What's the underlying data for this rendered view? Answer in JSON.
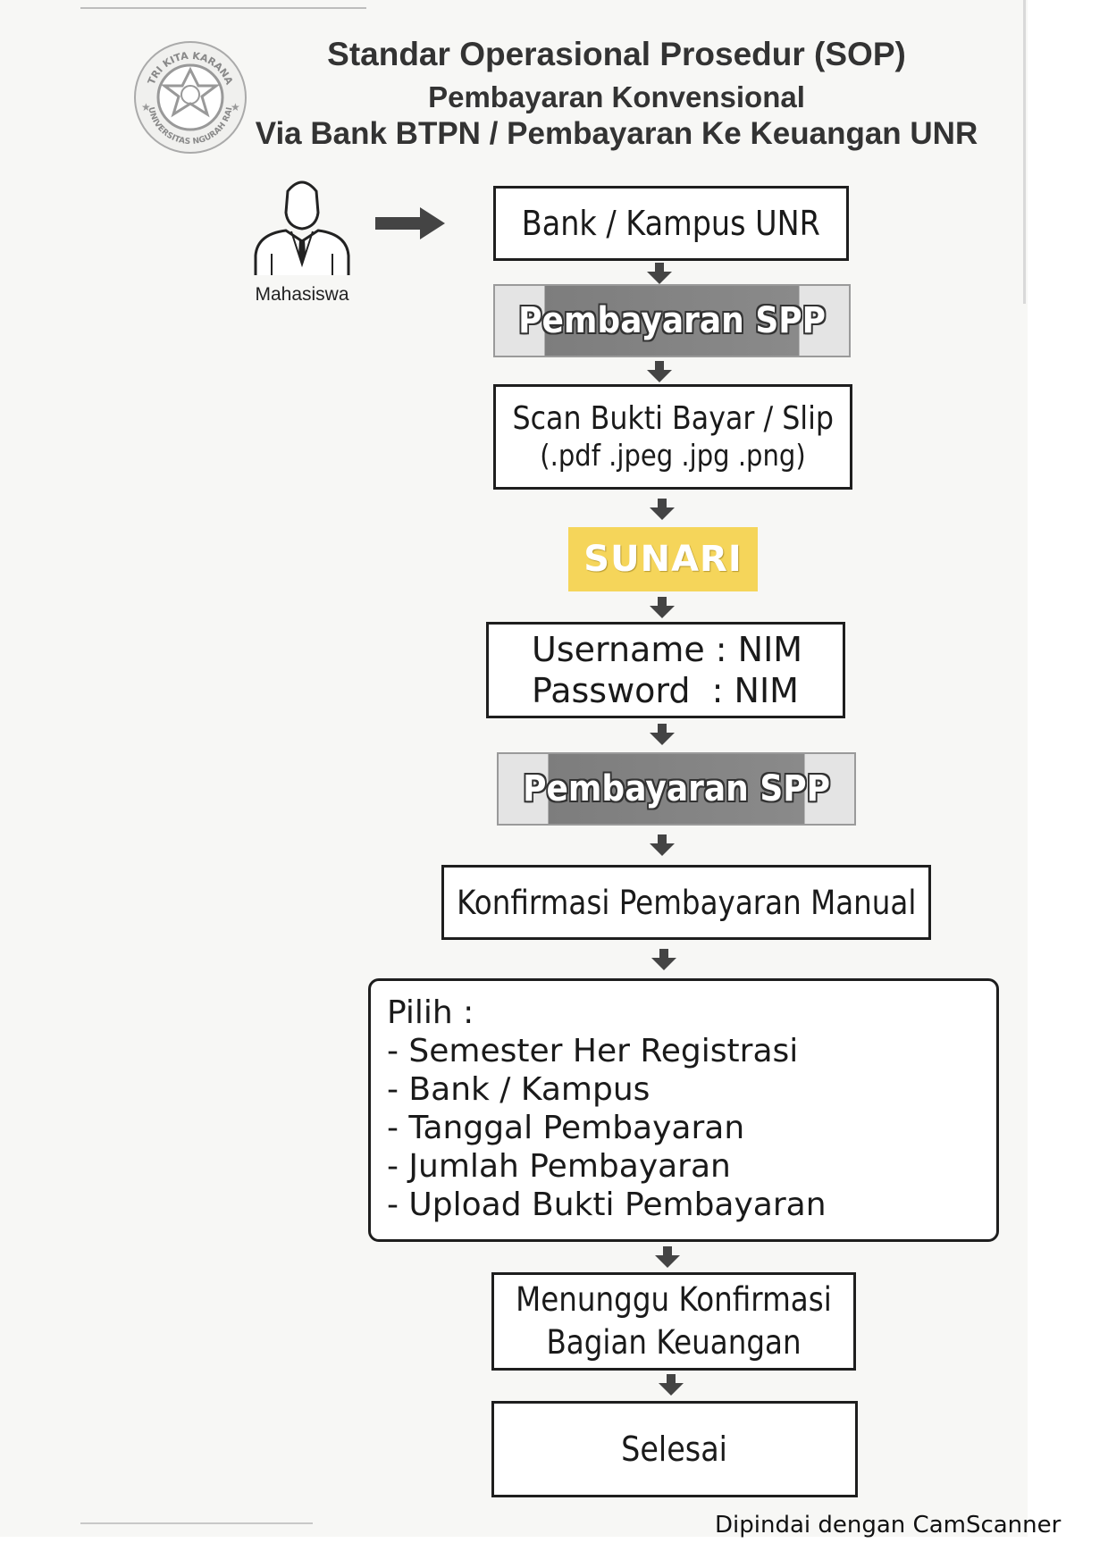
{
  "header": {
    "title_line1": "Standar Operasional Prosedur (SOP)",
    "title_line2": "Pembayaran Konvensional",
    "title_line3": "Via Bank BTPN / Pembayaran Ke Keuangan UNR"
  },
  "logo": {
    "icon": "university-seal-icon",
    "top_text": "TRI KITA KARANA",
    "bottom_text": "UNIVERSITAS NGURAH RAI"
  },
  "actor": {
    "icon": "person-icon",
    "label": "Mahasiswa"
  },
  "steps": {
    "bank_kampus": "Bank / Kampus UNR",
    "pembayaran_spp_1": "Pembayaran SPP",
    "scan_line1": "Scan Bukti Bayar / Slip",
    "scan_line2": "(.pdf .jpeg .jpg .png)",
    "sunari": "SUNARI",
    "username_line": "Username : NIM",
    "password_line": "Password  : NIM",
    "pembayaran_spp_2": "Pembayaran SPP",
    "konfirmasi": "Konfirmasi Pembayaran Manual",
    "pilih": {
      "heading": "Pilih :",
      "items": [
        "- Semester Her Registrasi",
        "- Bank / Kampus",
        "- Tanggal Pembayaran",
        "- Jumlah Pembayaran",
        "- Upload Bukti Pembayaran"
      ]
    },
    "menunggu_line1": "Menunggu Konfirmasi",
    "menunggu_line2": "Bagian Keuangan",
    "selesai": "Selesai"
  },
  "footer": {
    "scanner_text": "Dipindai dengan CamScanner"
  },
  "colors": {
    "sunari_bg": "#f5d55a",
    "spp_bg": "#8a8a8a",
    "border": "#1e1e1e"
  }
}
